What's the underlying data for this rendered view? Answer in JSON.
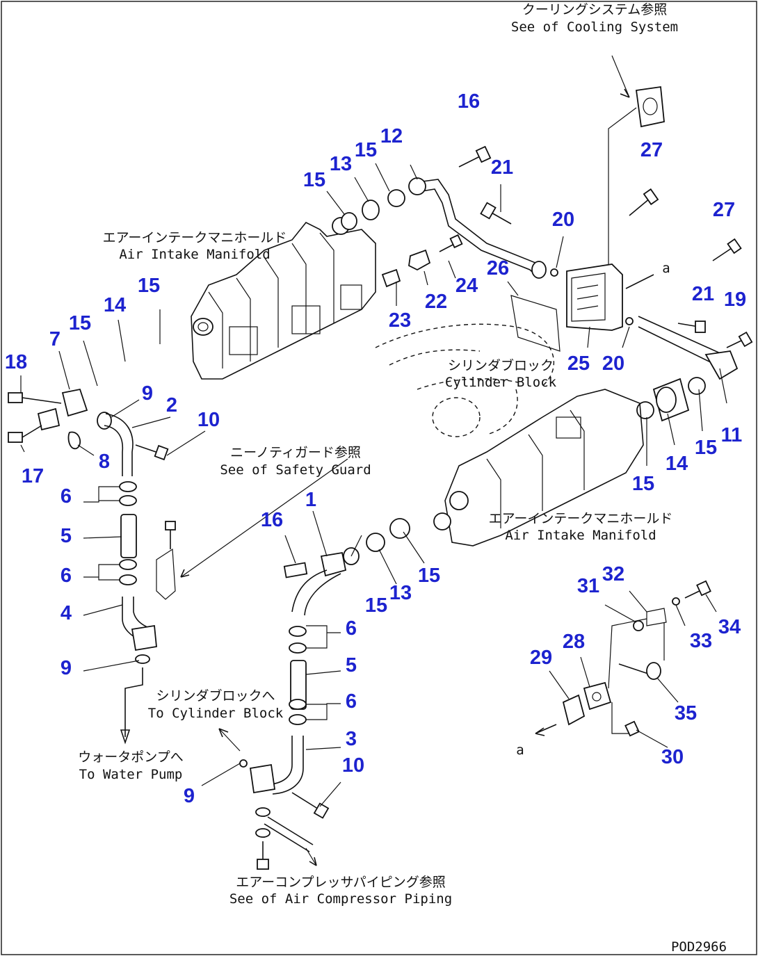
{
  "diagram": {
    "drawing_code": "POD2966",
    "notes": {
      "cooling_jp": "クーリングシステム参照",
      "cooling_en": "See of Cooling System",
      "intake_upper_jp": "エアーインテークマニホールド",
      "intake_upper_en": "Air Intake Manifold",
      "block_jp": "シリンダブロック",
      "block_en": "Cylinder Block",
      "guard_jp": "ニーノティガード参照",
      "guard_en": "See of Safety Guard",
      "intake_lower_jp": "エアーインテークマニホールド",
      "intake_lower_en": "Air Intake Manifold",
      "to_block_jp": "シリンダブロックへ",
      "to_block_en": "To Cylinder Block",
      "pump_jp": "ウォータポンプへ",
      "pump_en": "To Water Pump",
      "compressor_jp": "エアーコンプレッサパイピング参照",
      "compressor_en": "See of Air Compressor Piping",
      "ref_a_upper": "a",
      "ref_a_lower": "a"
    },
    "callouts": {
      "c16a": "16",
      "c12": "12",
      "c15a": "15",
      "c13a": "13",
      "c15b": "15",
      "c21a": "21",
      "c27a": "27",
      "c27b": "27",
      "c20a": "20",
      "c24": "24",
      "c22": "22",
      "c26": "26",
      "c23": "23",
      "c21b": "21",
      "c19": "19",
      "c25": "25",
      "c20b": "20",
      "c11": "11",
      "c15c": "15",
      "c14a": "14",
      "c15d": "15",
      "c14b": "14",
      "c15e": "15",
      "c7": "7",
      "c18": "18",
      "c9a": "9",
      "c2": "2",
      "c10a": "10",
      "c8": "8",
      "c17": "17",
      "c6a": "6",
      "c5a": "5",
      "c6b": "6",
      "c4": "4",
      "c9b": "9",
      "c1": "1",
      "c16b": "16",
      "c15f": "15",
      "c13b": "13",
      "c15g": "15",
      "c6c": "6",
      "c5b": "5",
      "c6d": "6",
      "c3": "3",
      "c10b": "10",
      "c9c": "9",
      "c31": "31",
      "c32": "32",
      "c34": "34",
      "c33": "33",
      "c28": "28",
      "c29": "29",
      "c35": "35",
      "c30": "30"
    }
  }
}
